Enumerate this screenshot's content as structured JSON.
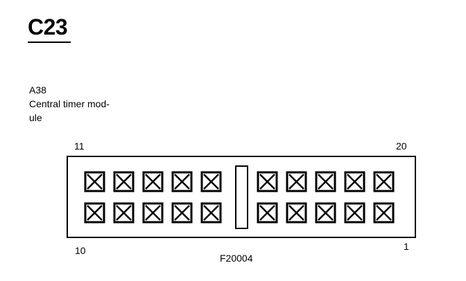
{
  "title": "C23",
  "component": {
    "code": "A38",
    "name_line1": "Central timer mod-",
    "name_line2": "ule"
  },
  "pins": {
    "top_left": "11",
    "top_right": "20",
    "bottom_left": "10",
    "bottom_right": "1"
  },
  "figure_code": "F20004",
  "connector": {
    "rows": 2,
    "terminals_per_group": 5,
    "groups": 2
  },
  "icons": {
    "terminal": "terminal-crossed-box-icon",
    "key": "center-key-slot"
  }
}
